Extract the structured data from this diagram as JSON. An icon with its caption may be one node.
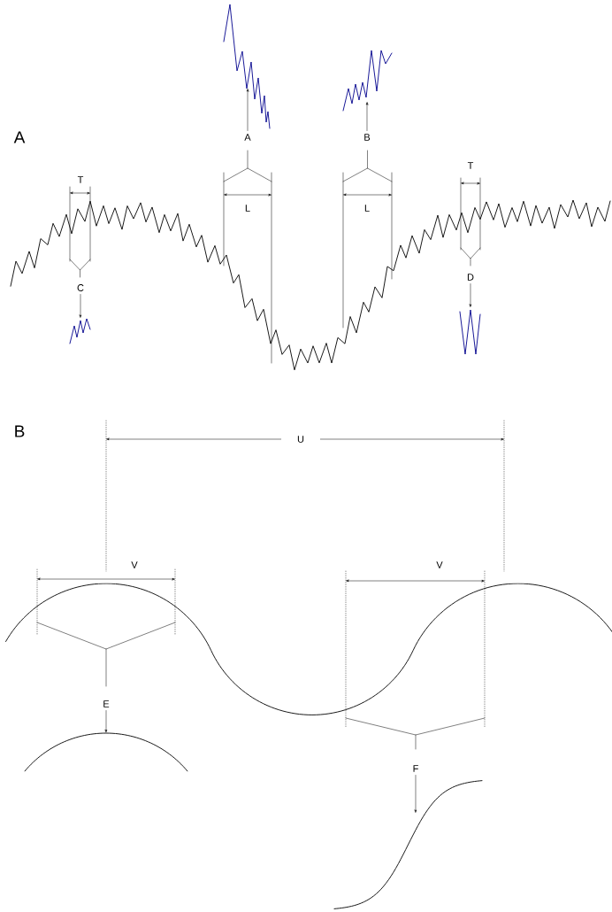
{
  "diagram": {
    "nodes": [
      {
        "text": [],
        "shape": "picture"
      },
      {
        "text": [],
        "shape": "picture"
      },
      {
        "text": [
          "A"
        ]
      },
      {
        "text": [
          "B"
        ]
      },
      {
        "text": [
          "C"
        ]
      },
      {
        "text": [
          "D"
        ]
      },
      {
        "text": [],
        "shape": "picture"
      },
      {
        "text": [],
        "shape": "picture"
      },
      {
        "text": [
          "E"
        ]
      },
      {
        "text": [
          "F"
        ]
      },
      {
        "text": [],
        "shape": "picture"
      },
      {
        "text": [],
        "shape": "picture"
      }
    ],
    "edges": [
      {
        "from": 2,
        "to": 0,
        "arrow": "to"
      },
      {
        "from": 3,
        "to": 1,
        "arrow": "to"
      },
      {
        "from": 4,
        "to": 6,
        "arrow": "to"
      },
      {
        "from": 5,
        "to": 7,
        "arrow": "to"
      },
      {
        "from": 8,
        "to": 10,
        "arrow": "to"
      },
      {
        "from": 9,
        "to": 11,
        "arrow": "to"
      }
    ],
    "labels": [
      "A",
      "T",
      "T",
      "L",
      "L",
      "B",
      "U",
      "V",
      "V"
    ]
  }
}
